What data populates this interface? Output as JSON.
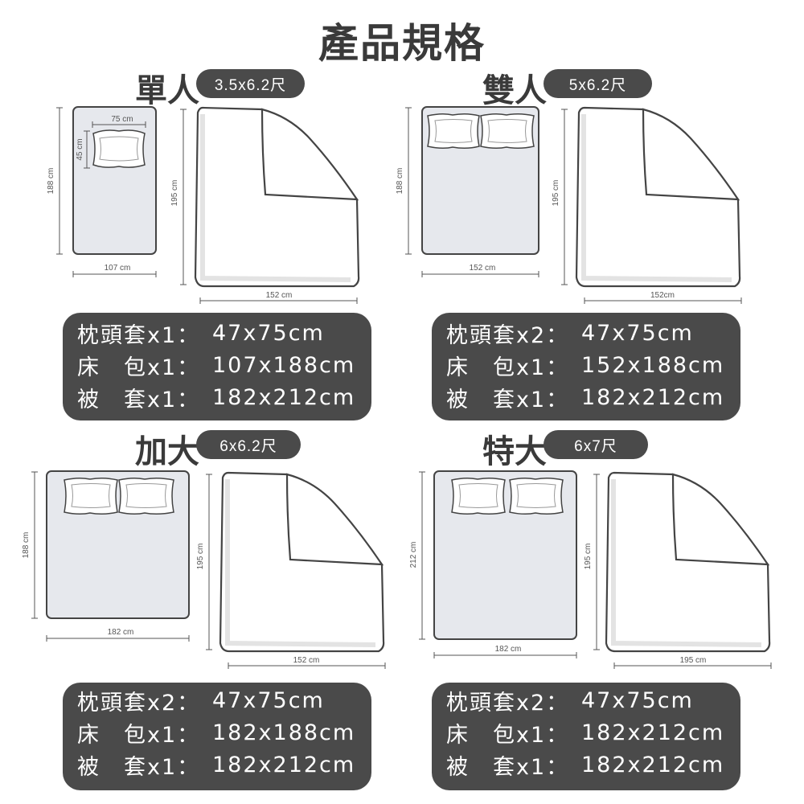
{
  "title": "產品規格",
  "sizes": [
    {
      "name": "單人",
      "dims": "3.5x6.2尺",
      "sheet": {
        "width_label": "107 cm",
        "height_label": "188 cm",
        "pillow_w_label": "75 cm",
        "pillow_h_label": "45 cm"
      },
      "duvet": {
        "width_label": "152 cm",
        "height_label": "195 cm"
      },
      "specs": [
        {
          "label": "枕頭套x1：",
          "value": "47x75cm"
        },
        {
          "label": "床　包x1：",
          "value": "107x188cm"
        },
        {
          "label": "被　套x1：",
          "value": "182x212cm"
        }
      ]
    },
    {
      "name": "雙人",
      "dims": "5x6.2尺",
      "sheet": {
        "width_label": "152 cm",
        "height_label": "188 cm"
      },
      "duvet": {
        "width_label": "152cm",
        "height_label": "195 cm"
      },
      "specs": [
        {
          "label": "枕頭套x2：",
          "value": "47x75cm"
        },
        {
          "label": "床　包x1：",
          "value": "152x188cm"
        },
        {
          "label": "被　套x1：",
          "value": "182x212cm"
        }
      ]
    },
    {
      "name": "加大",
      "dims": "6x6.2尺",
      "sheet": {
        "width_label": "182 cm",
        "height_label": "188 cm"
      },
      "duvet": {
        "width_label": "152 cm",
        "height_label": "195 cm"
      },
      "specs": [
        {
          "label": "枕頭套x2：",
          "value": "47x75cm"
        },
        {
          "label": "床　包x1：",
          "value": "182x188cm"
        },
        {
          "label": "被　套x1：",
          "value": "182x212cm"
        }
      ]
    },
    {
      "name": "特大",
      "dims": "6x7尺",
      "sheet": {
        "width_label": "182 cm",
        "height_label": "212 cm"
      },
      "duvet": {
        "width_label": "195 cm",
        "height_label": "195 cm"
      },
      "specs": [
        {
          "label": "枕頭套x2：",
          "value": "47x75cm"
        },
        {
          "label": "床　包x1：",
          "value": "182x212cm"
        },
        {
          "label": "被　套x1：",
          "value": "182x212cm"
        }
      ]
    }
  ]
}
